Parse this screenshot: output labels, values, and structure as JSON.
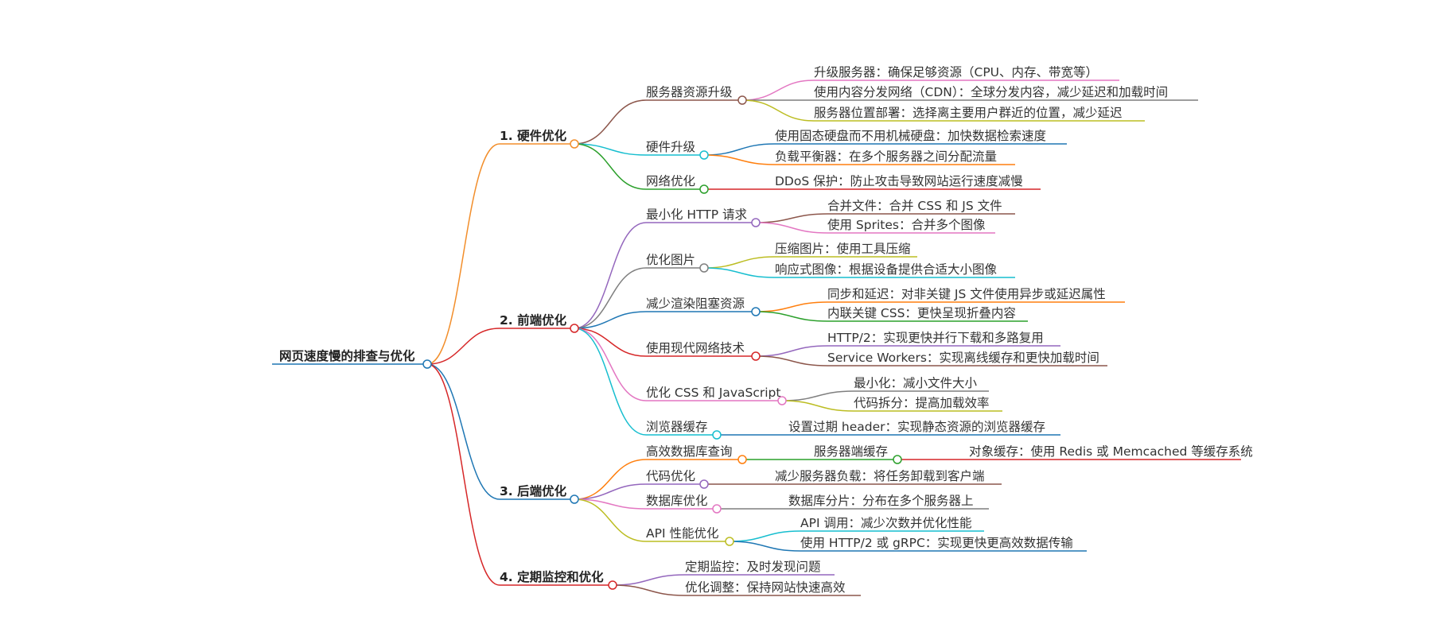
{
  "mindmap": {
    "root": "网页速度慢的排查与优化",
    "branches": [
      {
        "title": "1. 硬件优化",
        "color": "#f28e2b",
        "children": [
          {
            "label": "服务器资源升级",
            "color": "#8c564b",
            "children": [
              {
                "label": "升级服务器：确保足够资源（CPU、内存、带宽等）",
                "color": "#e377c2"
              },
              {
                "label": "使用内容分发网络（CDN）：全球分发内容，减少延迟和加载时间",
                "color": "#7f7f7f"
              },
              {
                "label": "服务器位置部署：选择离主要用户群近的位置，减少延迟",
                "color": "#bcbd22"
              }
            ]
          },
          {
            "label": "硬件升级",
            "color": "#17becf",
            "children": [
              {
                "label": "使用固态硬盘而不用机械硬盘：加快数据检索速度",
                "color": "#1f77b4"
              },
              {
                "label": "负载平衡器：在多个服务器之间分配流量",
                "color": "#ff7f0e"
              }
            ]
          },
          {
            "label": "网络优化",
            "color": "#2ca02c",
            "children": [
              {
                "label": "DDoS 保护：防止攻击导致网站运行速度减慢",
                "color": "#d62728"
              }
            ]
          }
        ]
      },
      {
        "title": "2. 前端优化",
        "color": "#d62728",
        "children": [
          {
            "label": "最小化 HTTP 请求",
            "color": "#9467bd",
            "children": [
              {
                "label": "合并文件：合并 CSS 和 JS 文件",
                "color": "#8c564b"
              },
              {
                "label": "使用 Sprites：合并多个图像",
                "color": "#e377c2"
              }
            ]
          },
          {
            "label": "优化图片",
            "color": "#7f7f7f",
            "children": [
              {
                "label": "压缩图片：使用工具压缩",
                "color": "#bcbd22"
              },
              {
                "label": "响应式图像：根据设备提供合适大小图像",
                "color": "#17becf"
              }
            ]
          },
          {
            "label": "减少渲染阻塞资源",
            "color": "#1f77b4",
            "children": [
              {
                "label": "同步和延迟：对非关键 JS 文件使用异步或延迟属性",
                "color": "#ff7f0e"
              },
              {
                "label": "内联关键 CSS：更快呈现折叠内容",
                "color": "#2ca02c"
              }
            ]
          },
          {
            "label": "使用现代网络技术",
            "color": "#d62728",
            "children": [
              {
                "label": "HTTP/2：实现更快并行下载和多路复用",
                "color": "#9467bd"
              },
              {
                "label": "Service Workers：实现离线缓存和更快加载时间",
                "color": "#8c564b"
              }
            ]
          },
          {
            "label": "优化 CSS 和 JavaScript",
            "color": "#e377c2",
            "children": [
              {
                "label": "最小化：减小文件大小",
                "color": "#7f7f7f"
              },
              {
                "label": "代码拆分：提高加载效率",
                "color": "#bcbd22"
              }
            ]
          },
          {
            "label": "浏览器缓存",
            "color": "#17becf",
            "children": [
              {
                "label": "设置过期 header：实现静态资源的浏览器缓存",
                "color": "#1f77b4"
              }
            ]
          }
        ]
      },
      {
        "title": "3. 后端优化",
        "color": "#1f77b4",
        "children": [
          {
            "label": "高效数据库查询",
            "color": "#ff7f0e",
            "children": [
              {
                "label": "服务器端缓存",
                "color": "#2ca02c",
                "children": [
                  {
                    "label": "对象缓存：使用 Redis 或 Memcached 等缓存系统",
                    "color": "#d62728"
                  }
                ]
              }
            ]
          },
          {
            "label": "代码优化",
            "color": "#9467bd",
            "children": [
              {
                "label": "减少服务器负载：将任务卸载到客户端",
                "color": "#8c564b"
              }
            ]
          },
          {
            "label": "数据库优化",
            "color": "#e377c2",
            "children": [
              {
                "label": "数据库分片：分布在多个服务器上",
                "color": "#7f7f7f"
              }
            ]
          },
          {
            "label": "API 性能优化",
            "color": "#bcbd22",
            "children": [
              {
                "label": "API 调用：减少次数并优化性能",
                "color": "#17becf"
              },
              {
                "label": "使用 HTTP/2 或 gRPC：实现更快更高效数据传输",
                "color": "#1f77b4"
              }
            ]
          }
        ]
      },
      {
        "title": "4. 定期监控和优化",
        "color": "#d62728",
        "children": [
          {
            "label": "定期监控：及时发现问题",
            "color": "#9467bd"
          },
          {
            "label": "优化调整：保持网站快速高效",
            "color": "#8c564b"
          }
        ]
      }
    ]
  }
}
